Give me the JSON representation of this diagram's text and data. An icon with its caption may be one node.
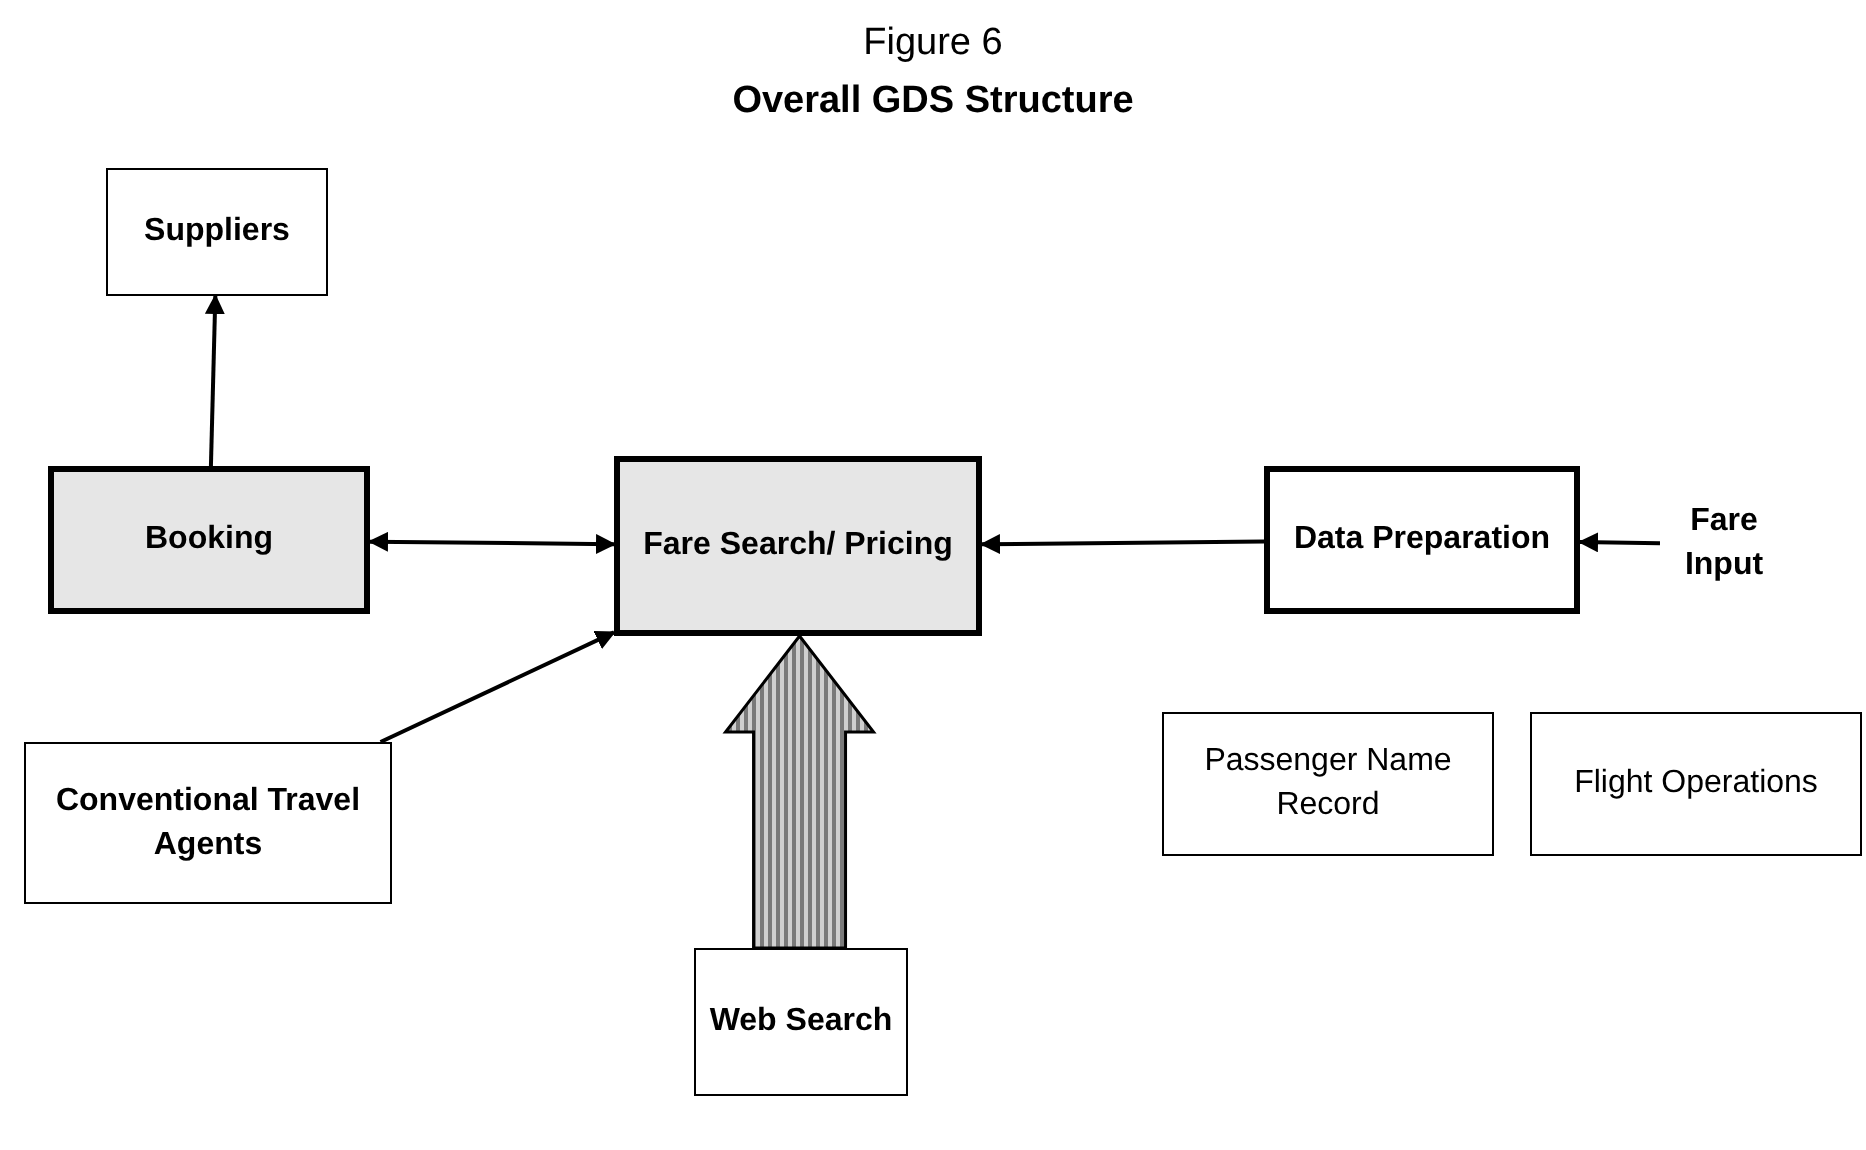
{
  "diagram": {
    "title": "Overall GDS Structure",
    "nodes": [
      {
        "text": [
          "Suppliers"
        ]
      },
      {
        "text": [
          "Booking"
        ]
      },
      {
        "text": [
          "**Fare Search**/ **Pricing**"
        ]
      },
      {
        "text": [
          "Data Preparation"
        ]
      },
      {
        "text": [
          "Fare Input"
        ]
      },
      {
        "text": [
          "Passenger Name Record"
        ]
      },
      {
        "text": [
          "Flight Operations"
        ]
      },
      {
        "text": [
          "Conventional Travel Agents"
        ]
      },
      {
        "text": [
          "Web Search"
        ]
      }
    ],
    "edges": [
      {
        "from": 1,
        "to": 0,
        "arrow": "to"
      },
      {
        "from": 1,
        "to": 2,
        "arrow": "both"
      },
      {
        "from": 3,
        "to": 2,
        "arrow": "to"
      },
      {
        "from": 4,
        "to": 3,
        "arrow": "to"
      },
      {
        "from": 7,
        "to": 2,
        "arrow": "to"
      },
      {
        "from": 8,
        "to": 2,
        "arrow": "to",
        "style": "thick"
      }
    ],
    "labels": [
      "Figure 6"
    ]
  }
}
